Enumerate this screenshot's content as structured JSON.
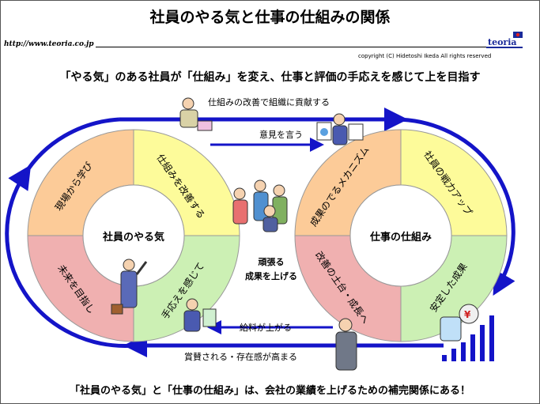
{
  "header": {
    "title": "社員のやる気と仕事の仕組みの関係",
    "url": "http://www.teoria.co.jp",
    "logo_text": "teoria",
    "copyright": "copyright (C)  Hidetoshi  Ikeda  All rights reserved"
  },
  "subtitle": "「やる気」のある社員が「仕組み」を変え、仕事と評価の手応えを感じて上を目指す",
  "footer": "「社員のやる気」と「仕事の仕組み」は、会社の業績を上げるための補完関係にある！",
  "left_cycle": {
    "center": "社員のやる気",
    "segments": [
      "現場から学び",
      "仕組みを改善する",
      "手応えを感じて",
      "未来を目指し"
    ]
  },
  "right_cycle": {
    "center": "仕事の仕組み",
    "segments": [
      "成果のでるメカニズム",
      "社員の戦力アップ",
      "安定した成果",
      "改善の土台・成長へ"
    ]
  },
  "arrows": {
    "top": "仕組みの改善で組織に貢献する",
    "top_inner": "意見を言う",
    "bottom_inner": "給料が上がる",
    "bottom": "賞賛される・存在感が高まる"
  },
  "middle_label": [
    "頑張る",
    "成果を上げる"
  ],
  "colors": {
    "orange": "#fccb98",
    "yellow": "#fdfb9a",
    "pink": "#f0b0b0",
    "green": "#ccf0b4",
    "arrow_blue": "#1414c8"
  }
}
